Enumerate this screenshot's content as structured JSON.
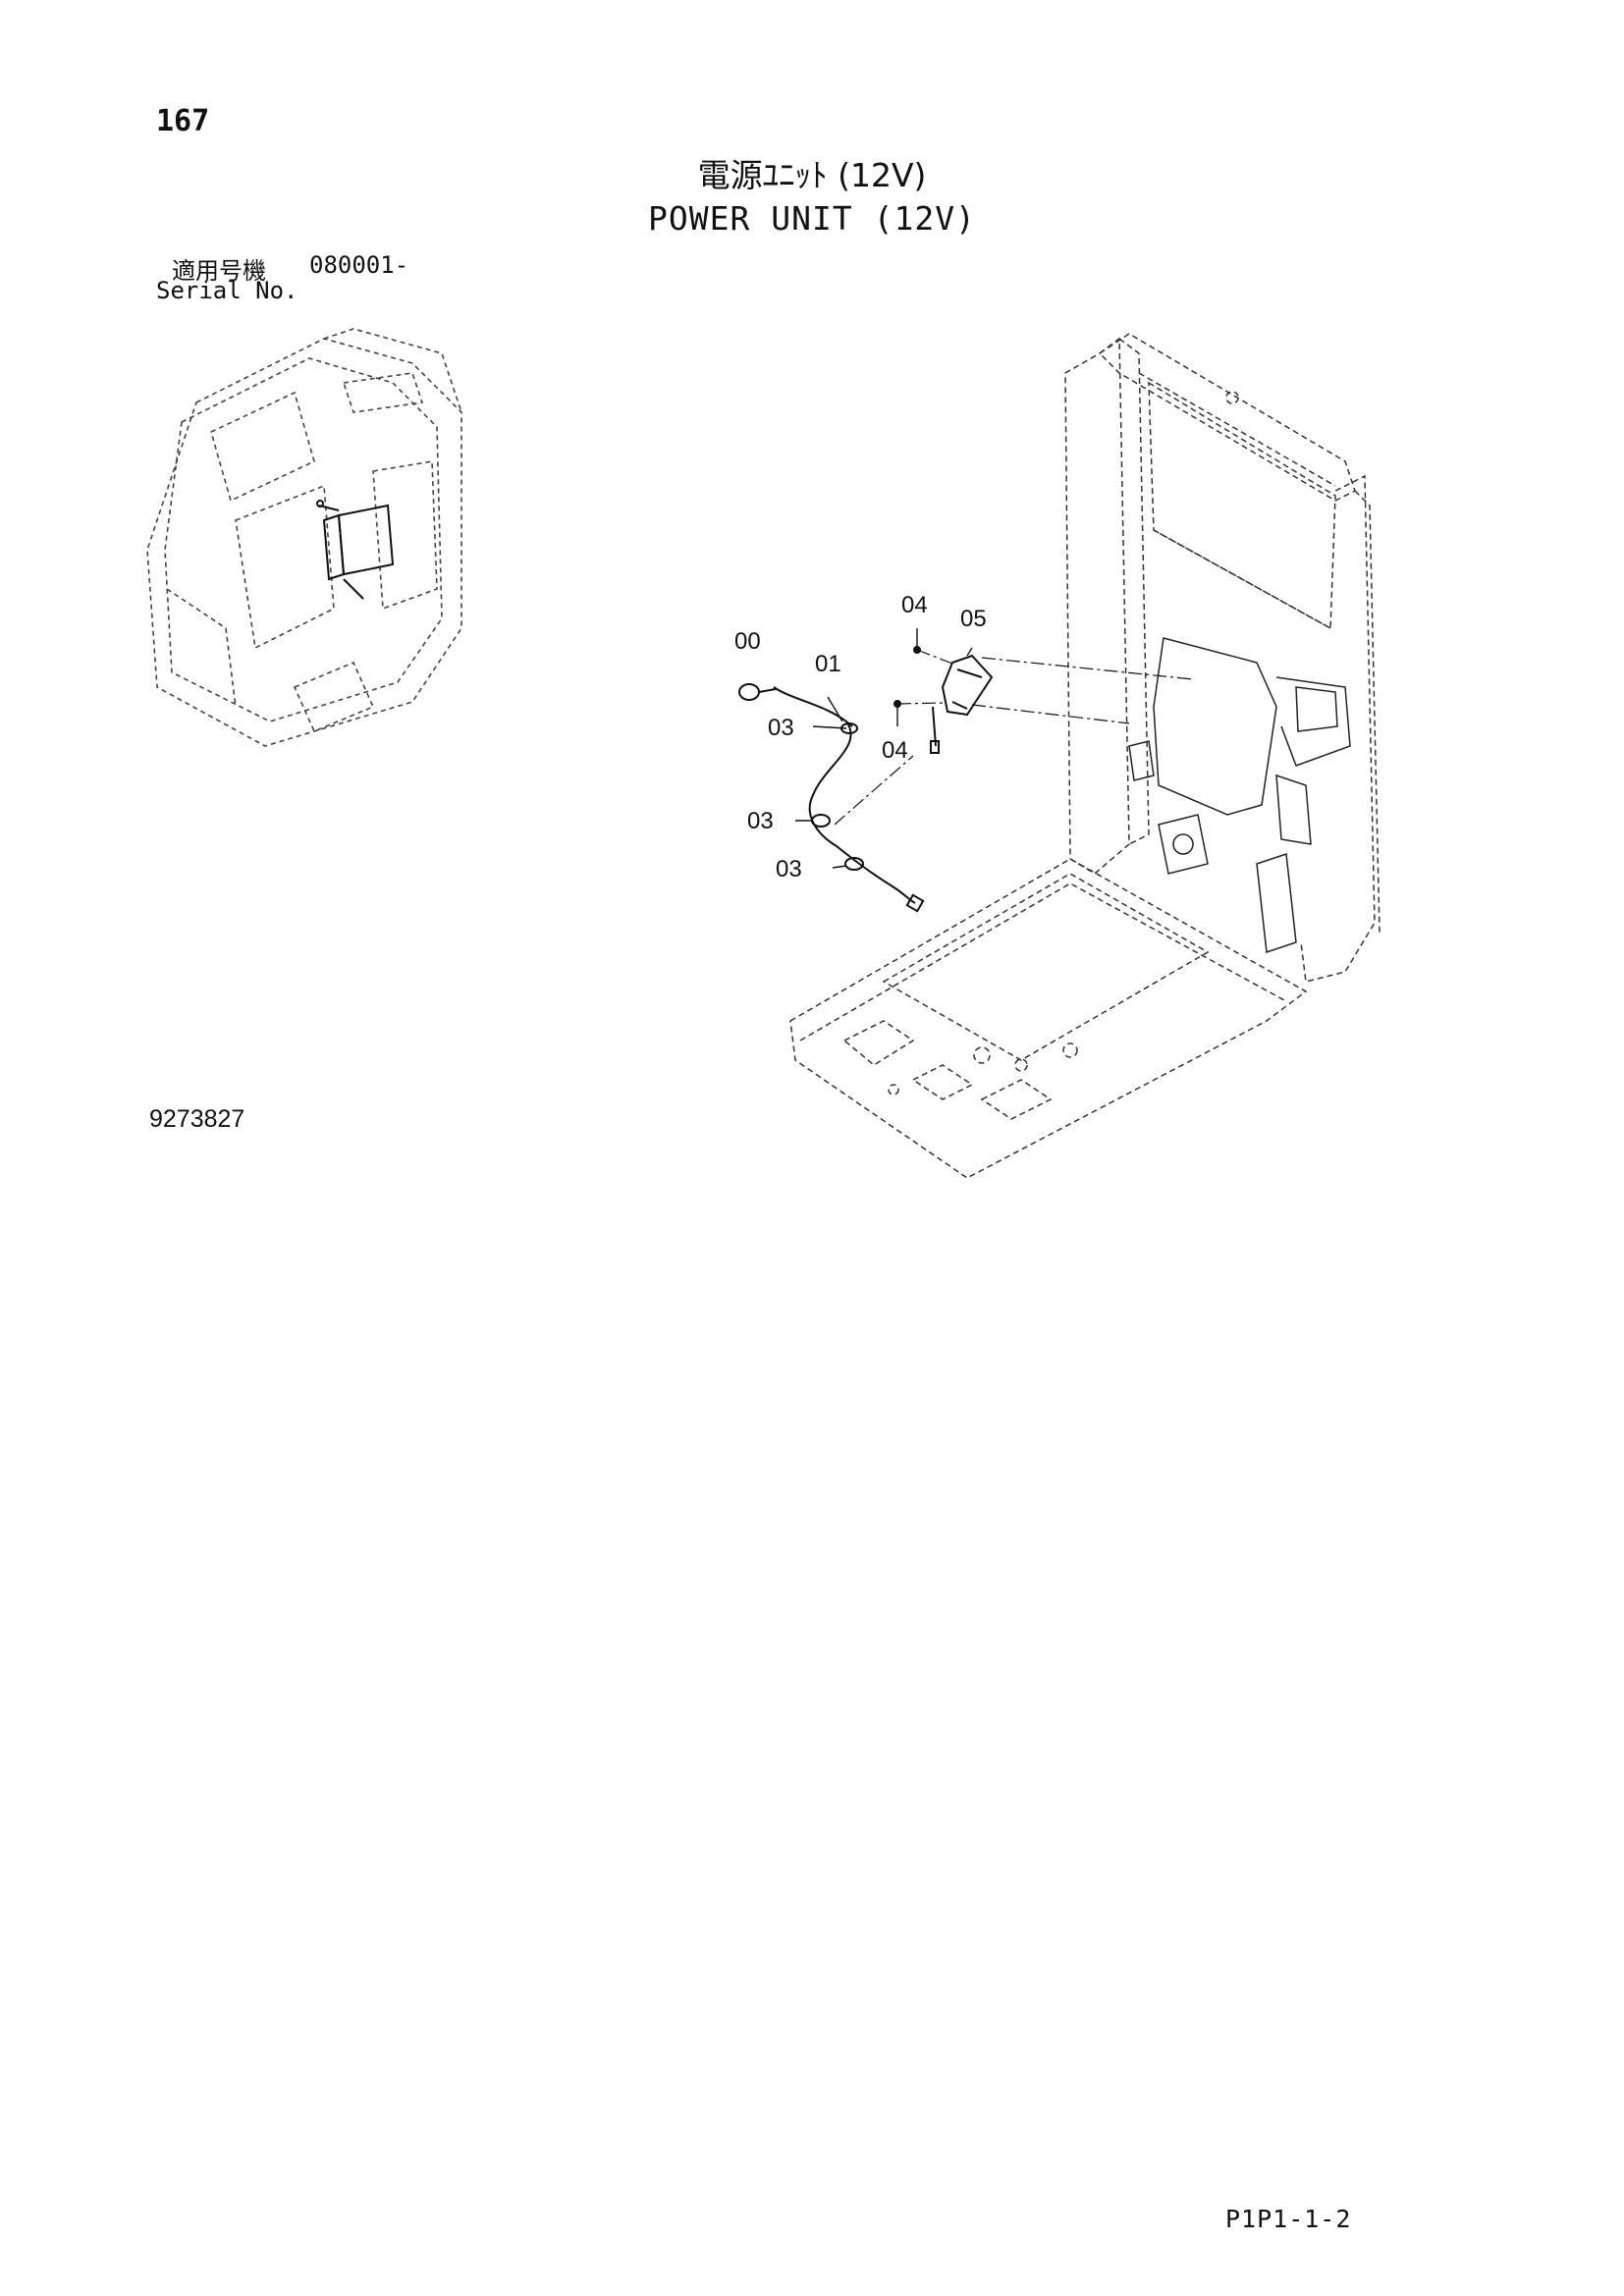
{
  "header": {
    "page_number": "167",
    "title_jp": "電源ﾕﾆｯﾄ (12V)",
    "title_en": "POWER UNIT (12V)",
    "serial_label_jp": "適用号機",
    "serial_value": "080001-",
    "serial_label_en": "Serial No."
  },
  "diagram": {
    "callouts": {
      "c00": "00",
      "c01": "01",
      "c03a": "03",
      "c03b": "03",
      "c03c": "03",
      "c04a": "04",
      "c04b": "04",
      "c05": "05"
    }
  },
  "footer": {
    "drawing_number": "9273827",
    "page_code": "P1P1-1-2"
  }
}
